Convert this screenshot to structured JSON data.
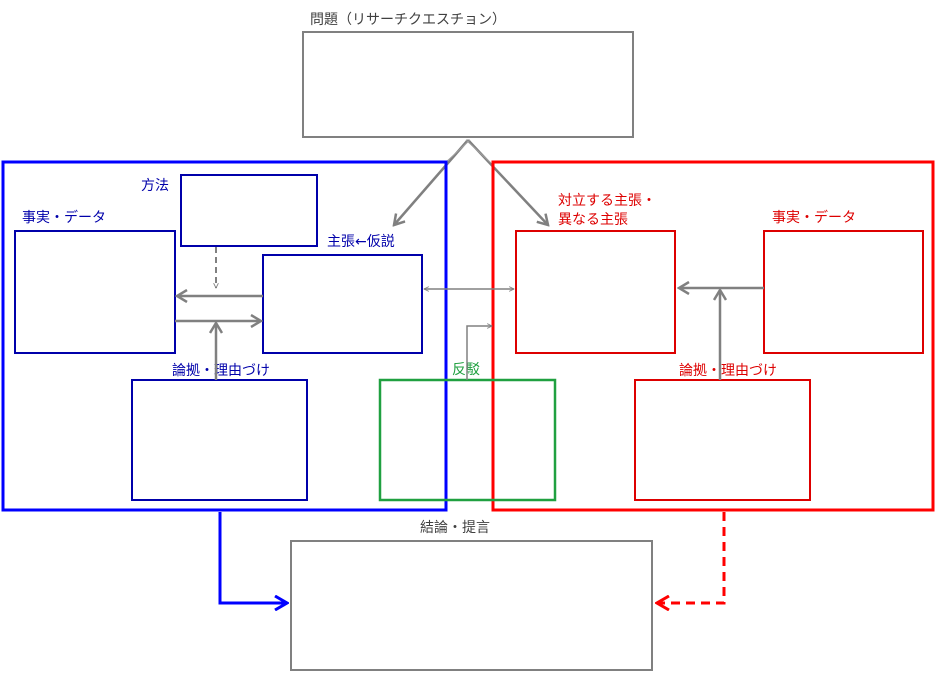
{
  "labels": {
    "question": "問題（リサーチクエスチョン）",
    "method": "方法",
    "facts_left": "事実・データ",
    "claim_left": "主張←仮説",
    "reasoning_left": "論拠・理由づけ",
    "rebuttal": "反駁",
    "opposing_claim_line1": "対立する主張・",
    "opposing_claim_line2": "異なる主張",
    "facts_right": "事実・データ",
    "reasoning_right": "論拠・理由づけ",
    "conclusion": "結論・提言"
  },
  "colors": {
    "gray": "#808080",
    "blue": "#0000ff",
    "navy": "#0000aa",
    "red": "#ff0000",
    "dark_red": "#dd0000",
    "green": "#20a040"
  }
}
